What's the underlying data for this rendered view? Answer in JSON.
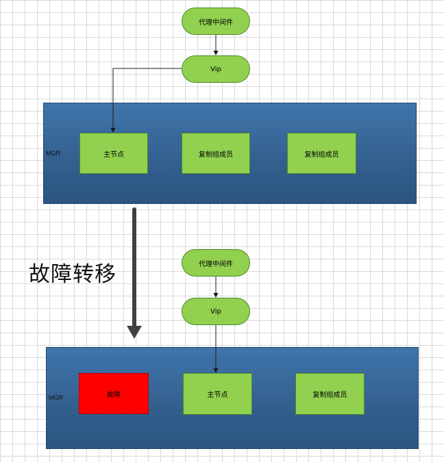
{
  "top": {
    "proxy_label": "代理中间件",
    "vip_label": "Vip",
    "group_label": "MGR",
    "nodes": [
      "主节点",
      "复制组成员",
      "复制组成员"
    ]
  },
  "transition_label": "故障转移",
  "bottom": {
    "proxy_label": "代理中间件",
    "vip_label": "Vip",
    "group_label": "MGR",
    "nodes": [
      "故障",
      "主节点",
      "复制组成员"
    ]
  },
  "colors": {
    "node_fill": "#92d050",
    "node_border": "#4c8a22",
    "group_fill": "#3a6ea5",
    "fault_fill": "#ff0000",
    "arrow": "#404040"
  }
}
